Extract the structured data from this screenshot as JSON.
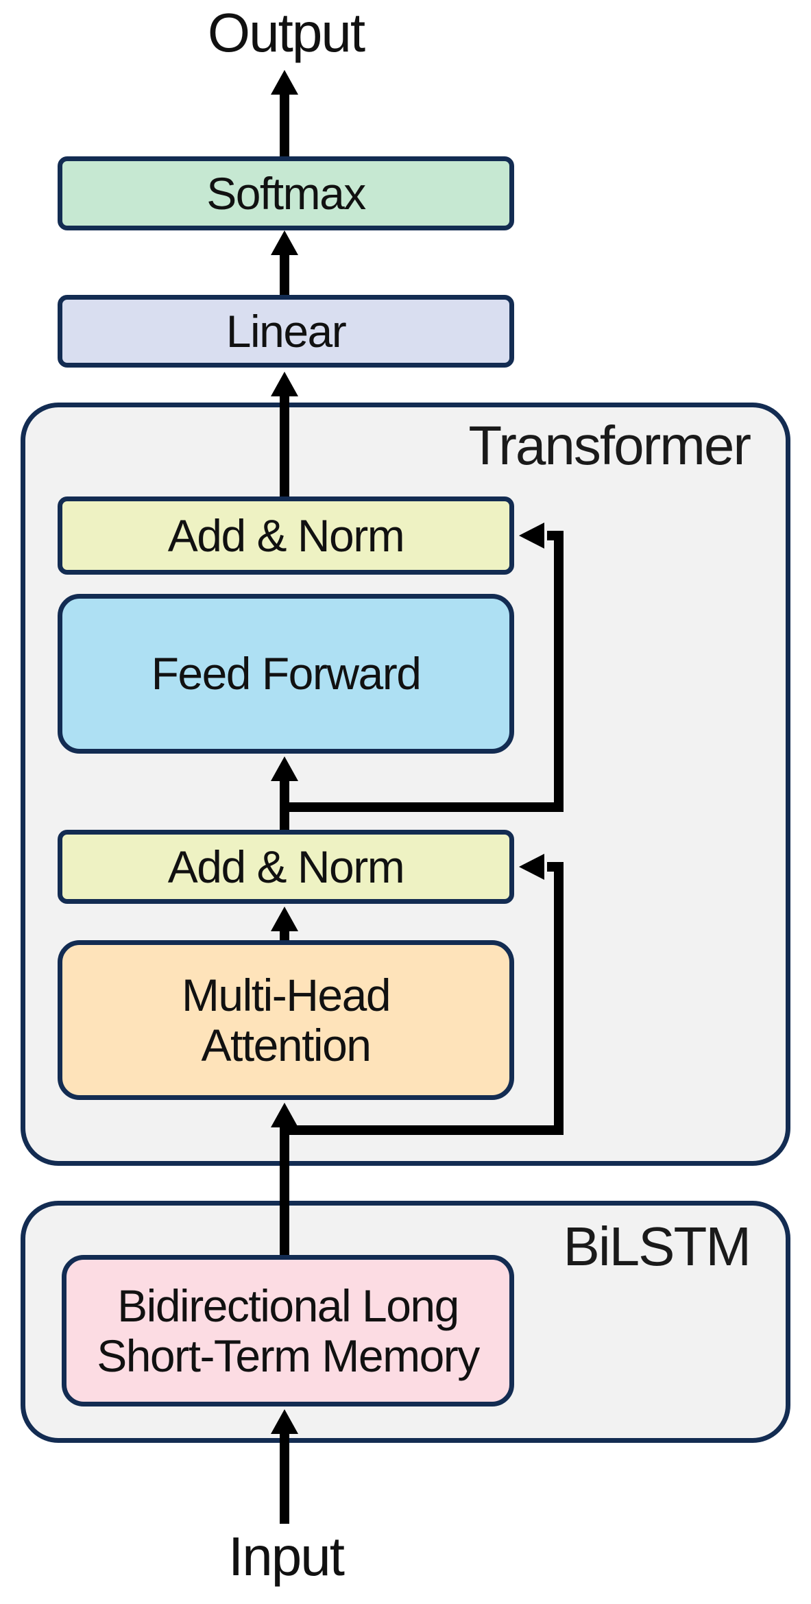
{
  "labels": {
    "output": "Output",
    "input": "Input"
  },
  "containers": {
    "transformer": {
      "title": "Transformer",
      "fill": "#f2f2f2"
    },
    "bilstm": {
      "title": "BiLSTM",
      "fill": "#f2f2f2"
    }
  },
  "blocks": {
    "softmax": {
      "label": "Softmax",
      "fill": "#c6e8d2"
    },
    "linear": {
      "label": "Linear",
      "fill": "#d9def0"
    },
    "add_norm_top": {
      "label": "Add & Norm",
      "fill": "#eef2c3"
    },
    "feed_forward": {
      "label": "Feed Forward",
      "fill": "#aee0f3"
    },
    "add_norm_bottom": {
      "label": "Add & Norm",
      "fill": "#eef2c3"
    },
    "multi_head_attention": {
      "line1": "Multi-Head",
      "line2": "Attention",
      "fill": "#fee3ba"
    },
    "bilstm_memory": {
      "line1": "Bidirectional Long",
      "line2": "Short-Term Memory",
      "fill": "#fcdce3"
    }
  },
  "colors": {
    "border": "#132c52",
    "arrow": "#000000",
    "background": "#ffffff",
    "text": "#1a1a1a"
  }
}
